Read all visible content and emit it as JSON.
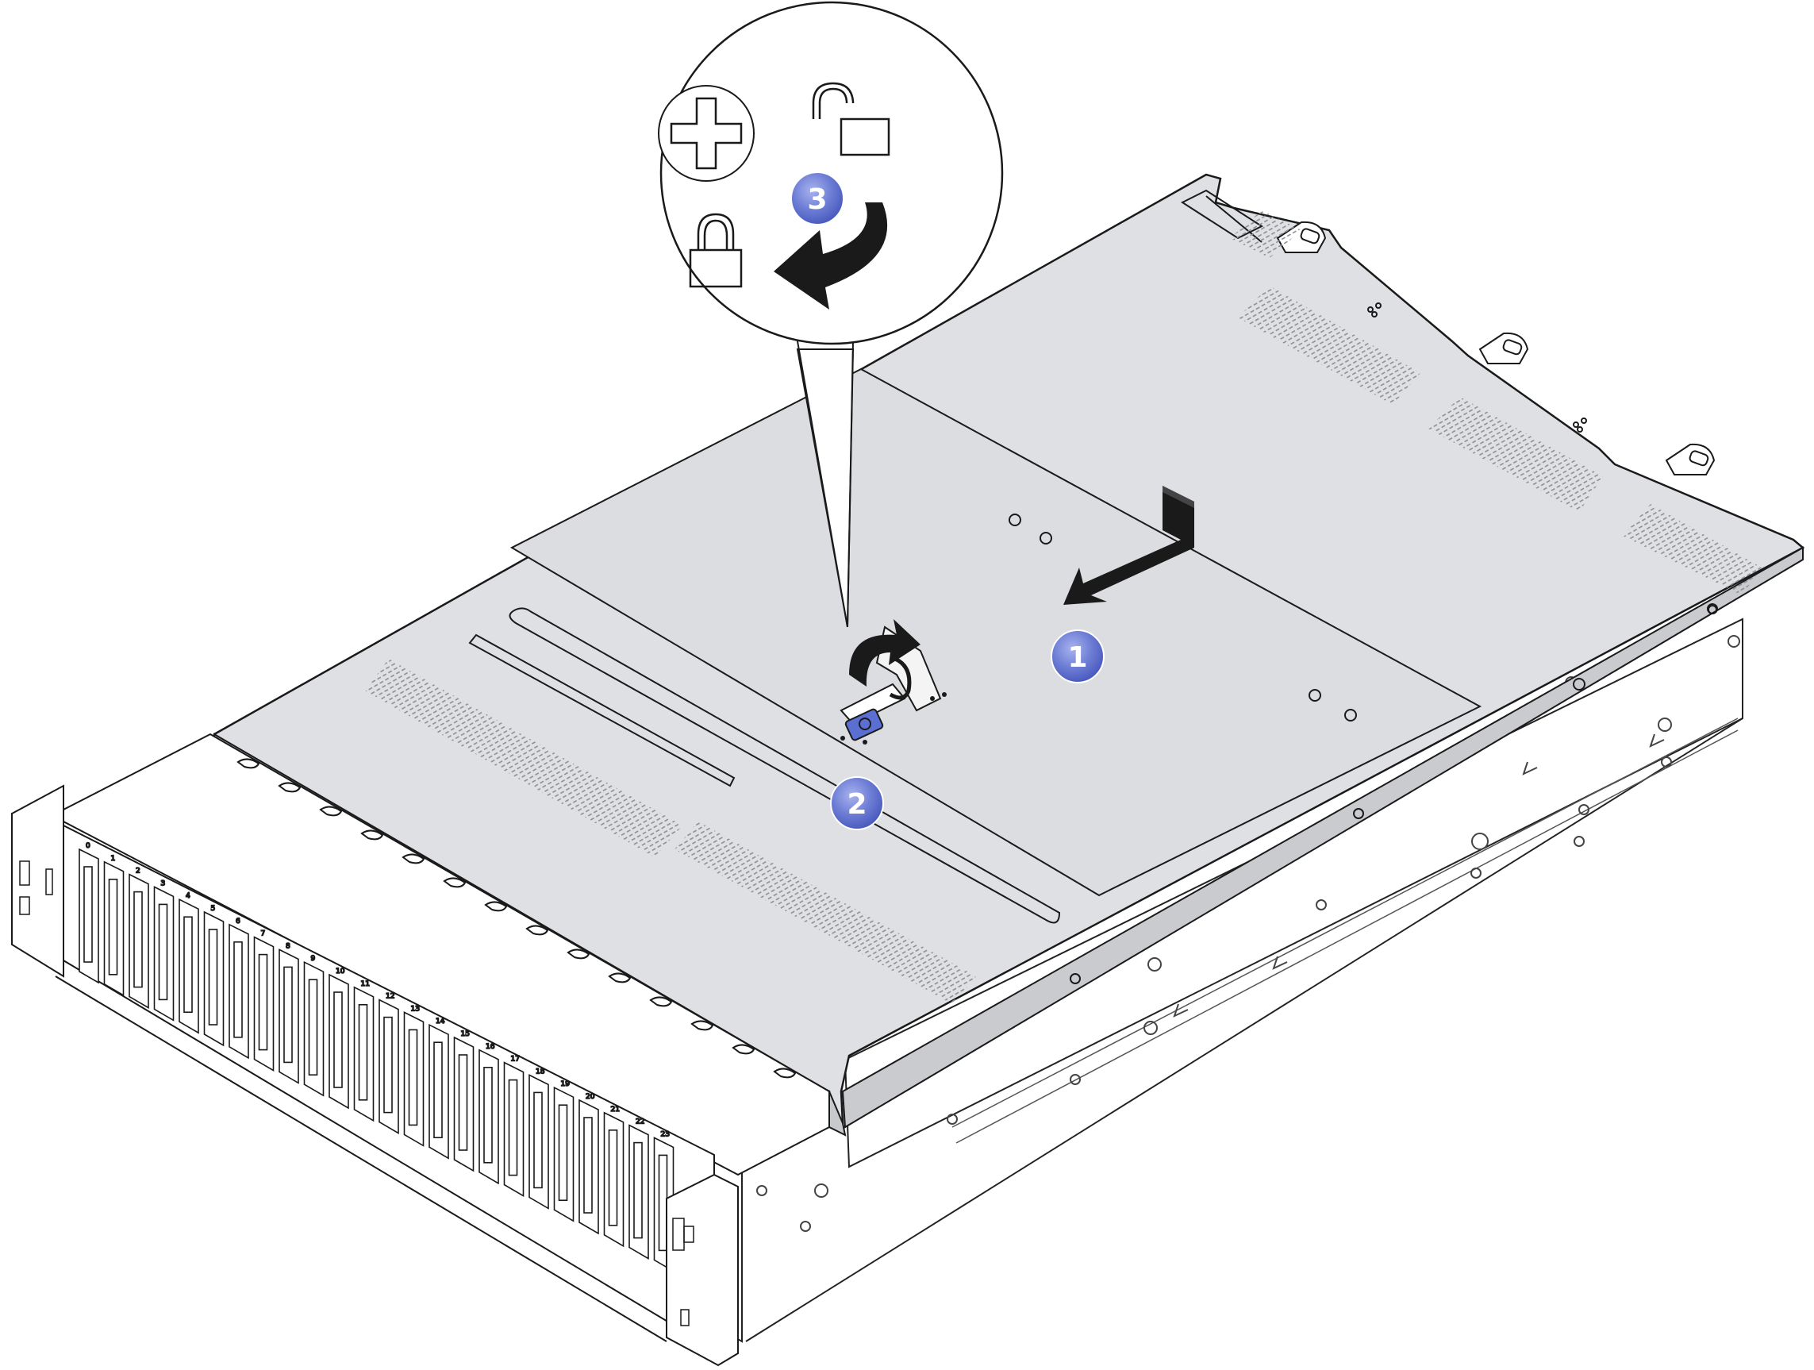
{
  "diagram": {
    "steps": [
      {
        "id": "step-1",
        "label": "1"
      },
      {
        "id": "step-2",
        "label": "2"
      },
      {
        "id": "step-3",
        "label": "3"
      }
    ],
    "drive_slot_labels": [
      "0",
      "1",
      "2",
      "3",
      "4",
      "5",
      "6",
      "7",
      "8",
      "9",
      "10",
      "11",
      "12",
      "13",
      "14",
      "15",
      "16",
      "17",
      "18",
      "19",
      "20",
      "21",
      "22",
      "23"
    ],
    "icons": [
      "phillips-screwdriver-icon",
      "unlock-icon",
      "lock-icon",
      "rotate-arrow-icon",
      "slide-arrow-icon"
    ],
    "colors": {
      "callout_fill": "#6f7fd6",
      "callout_highlight": "#9aa6e6",
      "cover_fill": "#dfe0e3",
      "cover_edge": "#b9bbbf",
      "latch_blue": "#5b6fd3",
      "line": "#1a1a1a"
    }
  }
}
